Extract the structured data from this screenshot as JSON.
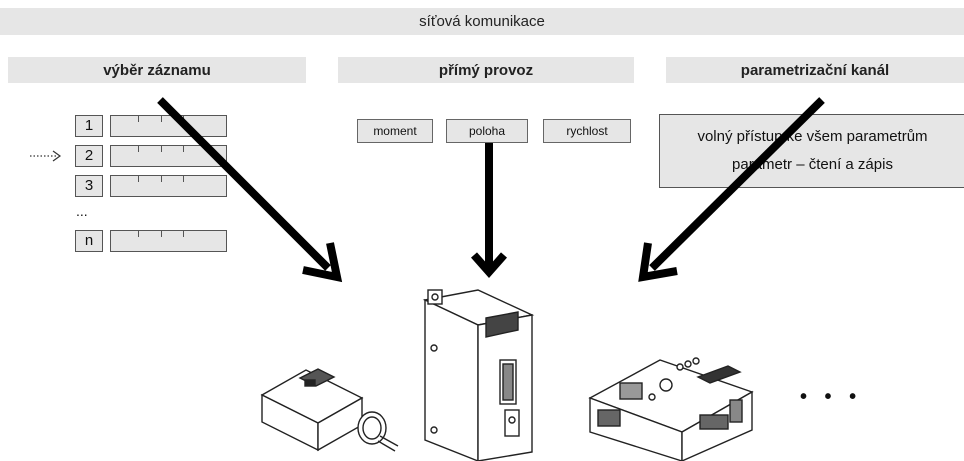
{
  "header": {
    "title": "síťová komunikace"
  },
  "sections": {
    "record_selection": "výběr záznamu",
    "direct_mode": "přímý provoz",
    "param_channel": "parametrizační kanál"
  },
  "records": {
    "items": [
      "1",
      "2",
      "3",
      "n"
    ],
    "ellipsis": "..."
  },
  "direct_modes": [
    "moment",
    "poloha",
    "rychlost"
  ],
  "param_text": [
    "volný přístup ke všem parametrům",
    "parametr – čtení a zápis"
  ],
  "more_devices": "• • •"
}
